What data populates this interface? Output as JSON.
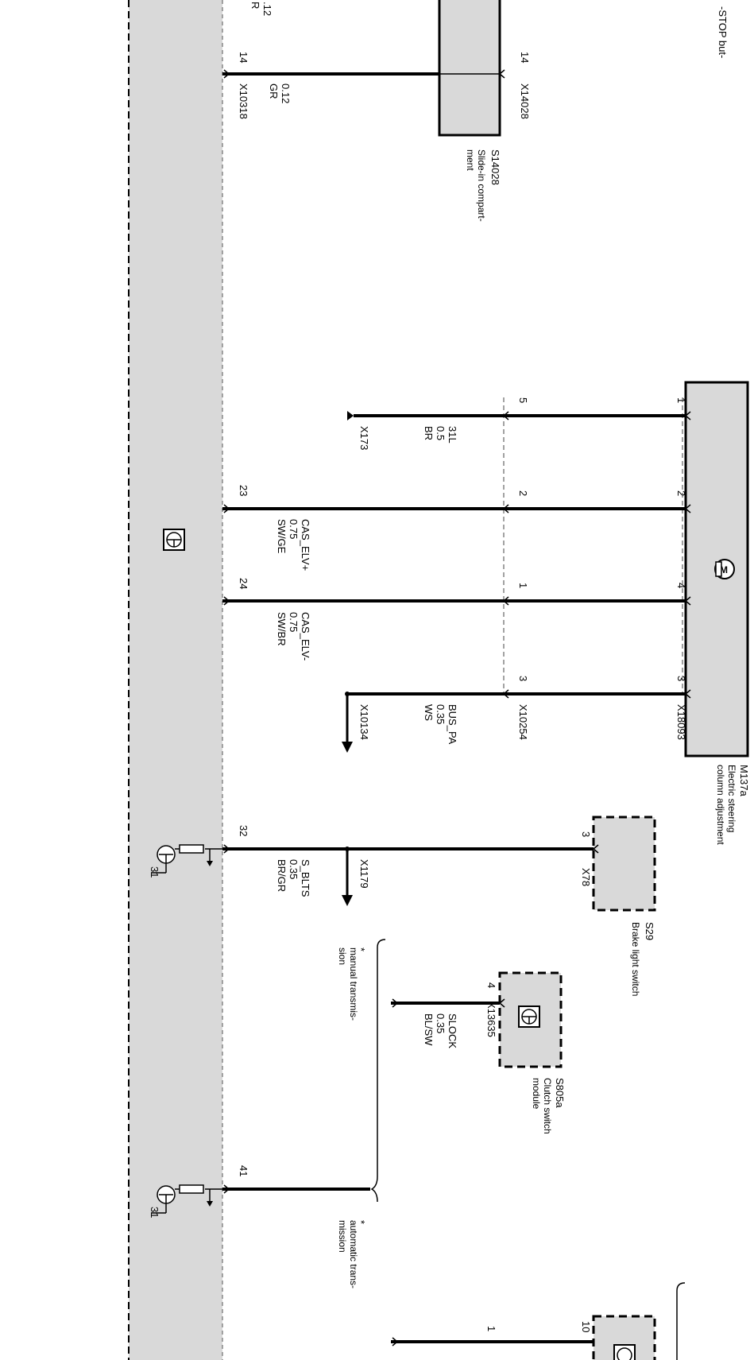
{
  "top": {
    "fragment_text": "-STOP but-",
    "fragment_pin_value": ".12",
    "fragment_color": "R"
  },
  "slide_in": {
    "id": "S14028",
    "name_line1": "Slide-in compart-",
    "name_line2": "ment",
    "connector": "X14028",
    "pin": "14"
  },
  "left_connector": "X10318",
  "wire_14": {
    "pin": "14",
    "size": "0.12",
    "color": "GR"
  },
  "steering": {
    "id": "M137a",
    "name_line1": "Electric steering",
    "name_line2": "column adjustment",
    "connector": "X18093",
    "pins": [
      "1",
      "2",
      "4",
      "3"
    ]
  },
  "inline_connector": {
    "name": "X10254",
    "pins": [
      "5",
      "2",
      "1",
      "3"
    ]
  },
  "ground": {
    "name": "X173",
    "signal": "31L",
    "size": "0.5",
    "color": "BR"
  },
  "cas_elv_plus": {
    "pin": "23",
    "signal": "CAS_ELV+",
    "size": "0.75",
    "color": "SW/GE"
  },
  "cas_elv_minus": {
    "pin": "24",
    "signal": "CAS_ELV-",
    "size": "0.75",
    "color": "SW/BR"
  },
  "bus_pa": {
    "signal": "BUS_PA",
    "size": "0.35",
    "color": "WS",
    "continues_to": "X10134"
  },
  "brake_switch": {
    "id": "S29",
    "name": "Brake light switch",
    "connector": "X78",
    "pin": "3"
  },
  "s_blts": {
    "pin": "32",
    "signal": "S_BLTS",
    "size": "0.35",
    "color": "BR/GR",
    "continues_to": "X1179"
  },
  "manual_note": {
    "mark": "*",
    "line1": "manual transmis-",
    "line2": "sion"
  },
  "clutch": {
    "id": "S805a",
    "name_line1": "Clutch switch",
    "name_line2": "module",
    "connector": "X13635",
    "pin": "4",
    "signal": "SLOCK",
    "size": "0.35",
    "color": "BL/SW"
  },
  "pin_41": "41",
  "auto_note": {
    "mark": "*",
    "line1": "automatic trans-",
    "line2": "mission"
  },
  "ground_31": "31",
  "bottom_pins": {
    "pin_10": "10",
    "pin_1": "1"
  }
}
